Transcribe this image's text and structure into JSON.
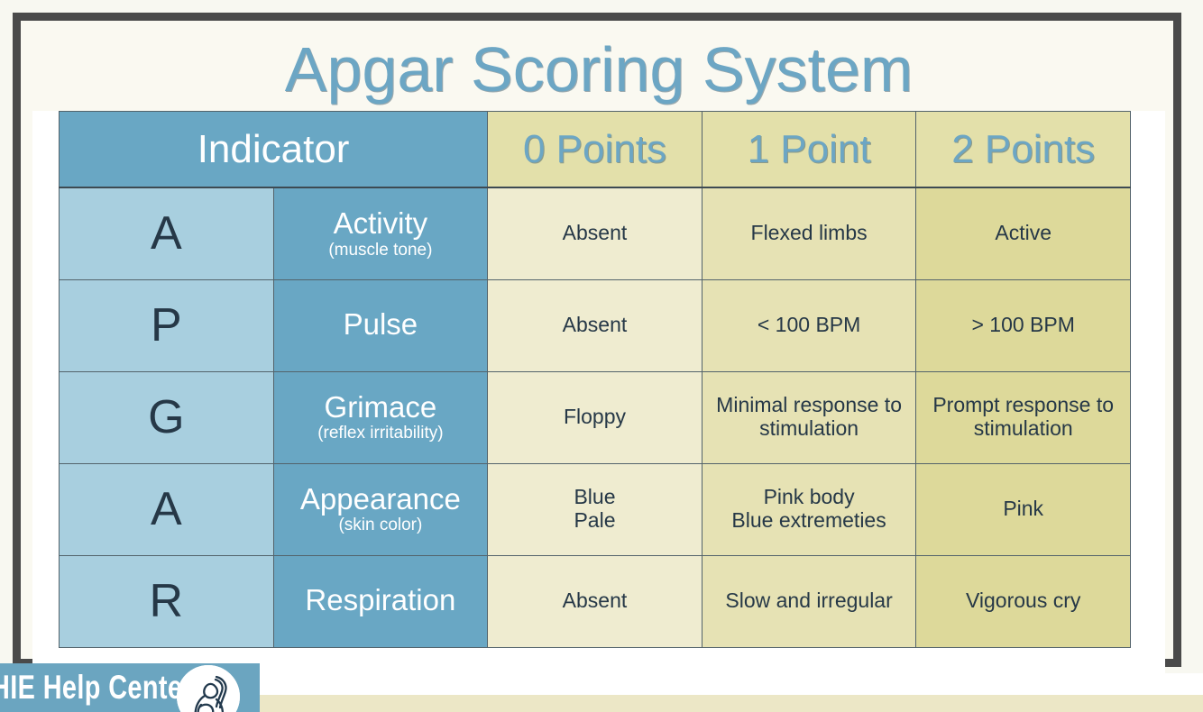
{
  "slide": {
    "title": "Apgar Scoring System",
    "title_color": "#6ca6c4",
    "frame_color": "#4a4a4a",
    "background_color": "#faf9f1"
  },
  "table": {
    "headers": {
      "indicator": "Indicator",
      "points": [
        "0 Points",
        "1 Point",
        "2 Points"
      ]
    },
    "header_colors": {
      "indicator_bg": "#69a7c4",
      "indicator_text": "#ffffff",
      "points_bg": "#e3e0aa",
      "points_text": "#6ca6c4"
    },
    "column_colors": {
      "letter_bg": "#a8cfdf",
      "name_bg": "#69a7c4",
      "points_0_bg": "#efecd0",
      "points_1_bg": "#e6e2b4",
      "points_2_bg": "#ddd99a",
      "body_text": "#263847"
    },
    "rows": [
      {
        "letter": "A",
        "name": "Activity",
        "sub": "(muscle tone)",
        "p0": "Absent",
        "p1": "Flexed limbs",
        "p2": "Active"
      },
      {
        "letter": "P",
        "name": "Pulse",
        "sub": "",
        "p0": "Absent",
        "p1": "< 100 BPM",
        "p2": "> 100 BPM"
      },
      {
        "letter": "G",
        "name": "Grimace",
        "sub": "(reflex irritability)",
        "p0": "Floppy",
        "p1": "Minimal response to stimulation",
        "p2": "Prompt response to stimulation"
      },
      {
        "letter": "A",
        "name": "Appearance",
        "sub": "(skin color)",
        "p0": "Blue\nPale",
        "p1": "Pink body\nBlue extremeties",
        "p2": "Pink"
      },
      {
        "letter": "R",
        "name": "Respiration",
        "sub": "",
        "p0": "Absent",
        "p1": "Slow and irregular",
        "p2": "Vigorous cry"
      }
    ]
  },
  "watermark": {
    "text": "HIE Help Center",
    "bg_color": "#6ba5c0",
    "logo_icon": "mother-and-baby-icon"
  }
}
